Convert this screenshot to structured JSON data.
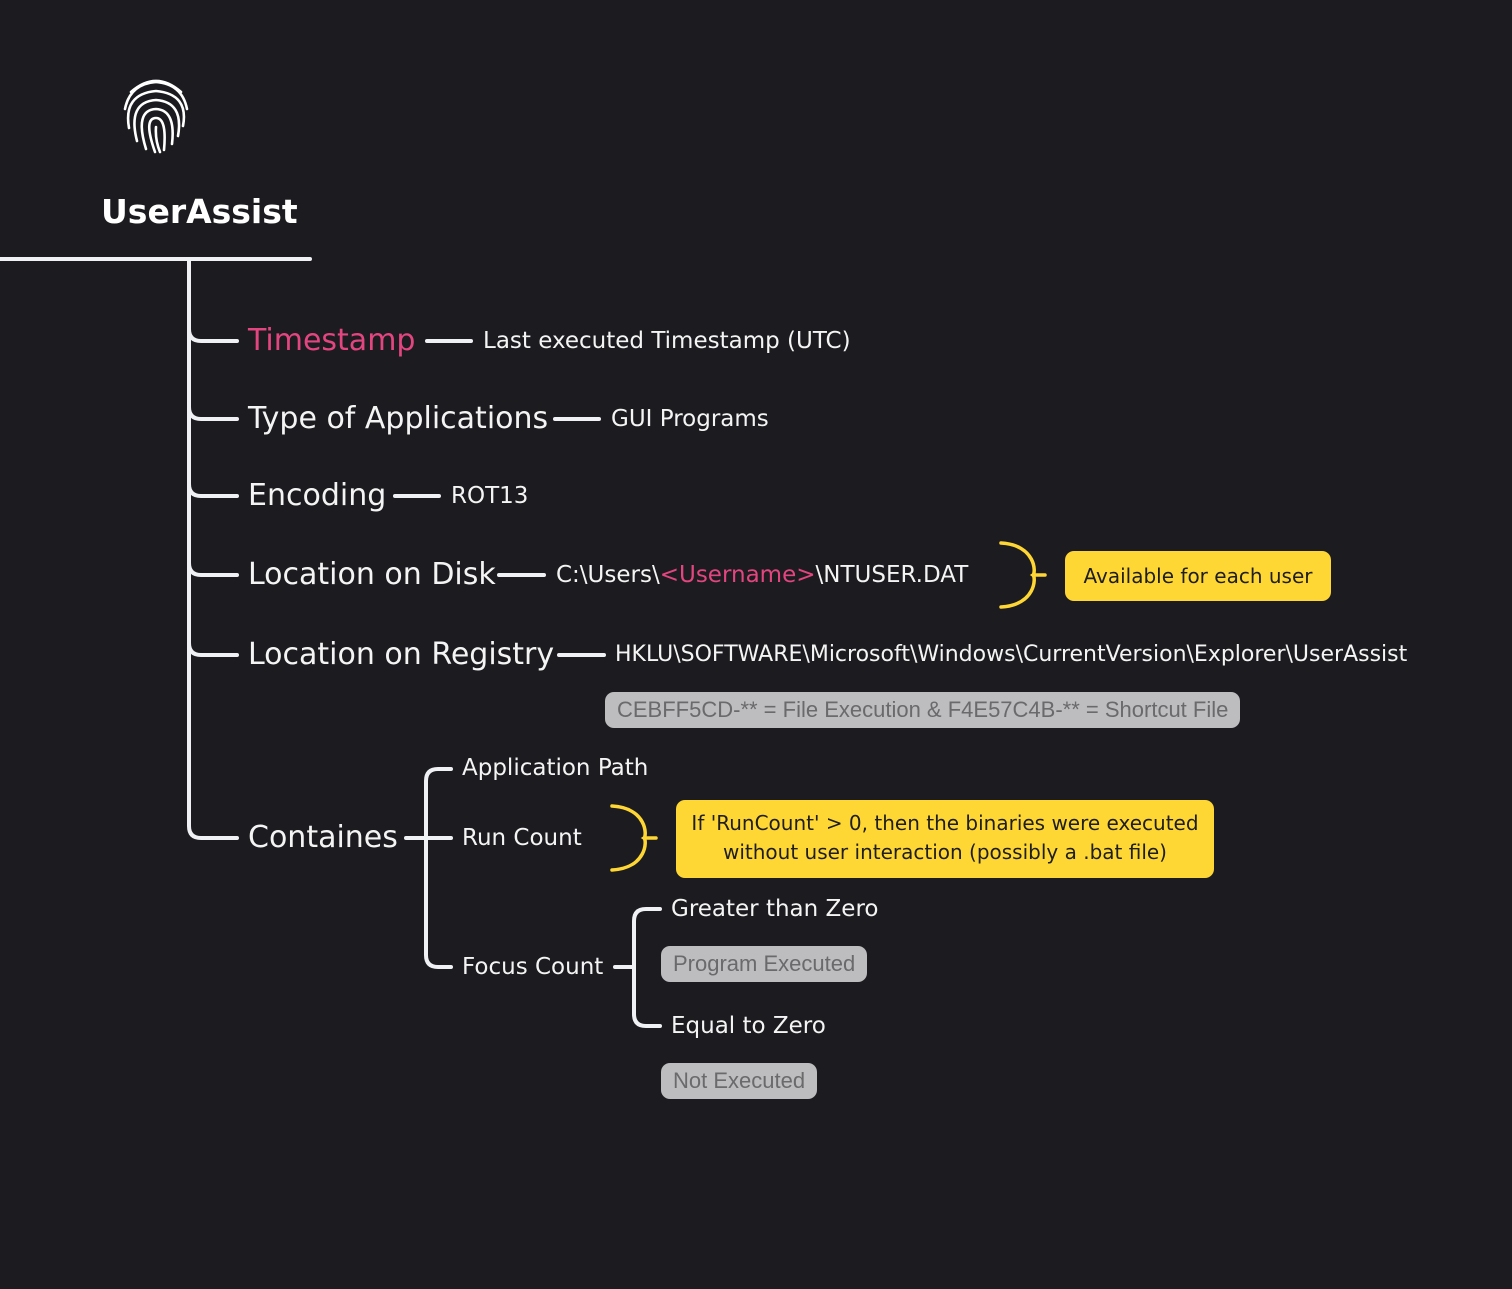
{
  "header": {
    "title": "UserAssist",
    "icon": "fingerprint-icon"
  },
  "colors": {
    "background": "#1c1c20",
    "accent_pink": "#e2457f",
    "note_yellow": "#ffd735",
    "chip_gray": "#bdbdbf",
    "line": "#f0f1f5"
  },
  "branches": {
    "timestamp": {
      "key": "Timestamp",
      "value": "Last executed Timestamp (UTC)"
    },
    "type_of_applications": {
      "key": "Type of Applications",
      "value": "GUI Programs"
    },
    "encoding": {
      "key": "Encoding",
      "value": "ROT13"
    },
    "location_on_disk": {
      "key": "Location on Disk",
      "value_prefix": "C:\\Users\\",
      "value_highlight": "<Username>",
      "value_suffix": "\\NTUSER.DAT",
      "note": "Available for each user"
    },
    "location_on_registry": {
      "key": "Location on Registry",
      "value": "HKLU\\SOFTWARE\\Microsoft\\Windows\\CurrentVersion\\Explorer\\UserAssist",
      "note": "CEBFF5CD-** = File Execution & F4E57C4B-** = Shortcut File"
    },
    "containes": {
      "key": "Containes",
      "application_path": "Application Path",
      "run_count": "Run Count",
      "run_count_note_line1": "If 'RunCount' > 0, then the binaries were executed",
      "run_count_note_line2": "without user interaction (possibly a .bat file)",
      "focus_count": "Focus Count",
      "greater_than_zero": "Greater than Zero",
      "program_executed": "Program Executed",
      "equal_to_zero": "Equal to Zero",
      "not_executed": "Not Executed"
    }
  }
}
